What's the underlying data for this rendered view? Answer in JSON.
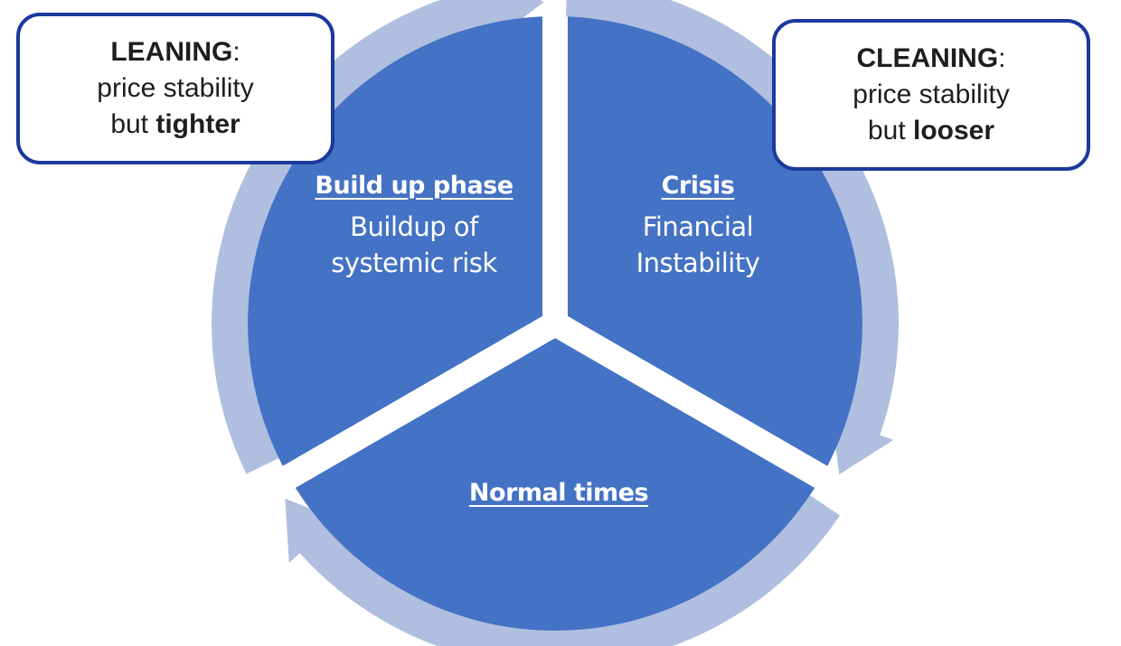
{
  "colors": {
    "segment_fill": "#4472c4",
    "ring_fill": "#b0bee0",
    "callout_border": "#1a3a9c",
    "text_dark": "#1e1e1e",
    "text_light": "#ffffff"
  },
  "callouts": {
    "leaning": {
      "heading": "LEANING",
      "colon": ":",
      "line2": "price stability",
      "line3_prefix": "but ",
      "line3_bold": "tighter"
    },
    "cleaning": {
      "heading": "CLEANING",
      "colon": ":",
      "line2": "price stability",
      "line3_prefix": "but ",
      "line3_bold": "looser"
    }
  },
  "phases": {
    "build_up": {
      "title": "Build up phase",
      "line1": "Buildup of",
      "line2": "systemic risk"
    },
    "crisis": {
      "title": "Crisis",
      "line1": "Financial",
      "line2": "Instability"
    },
    "normal": {
      "title": "Normal times"
    }
  },
  "cycle": {
    "direction": "clockwise",
    "sequence": [
      "Build up phase",
      "Crisis",
      "Normal times"
    ]
  }
}
